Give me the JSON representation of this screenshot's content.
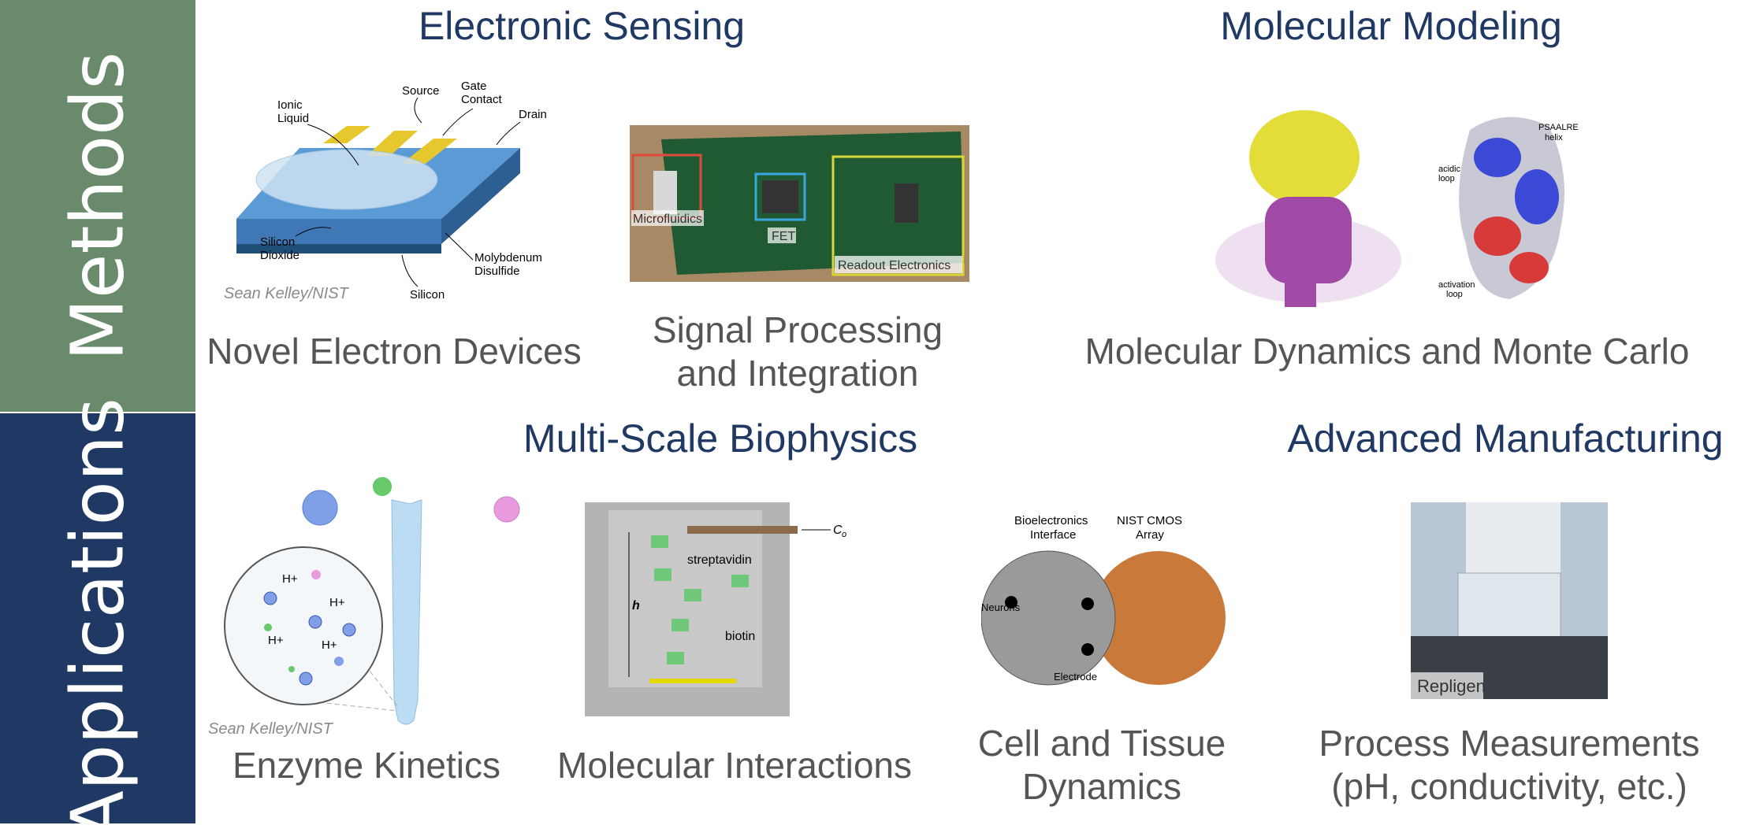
{
  "sidebar": {
    "methods": "Methods",
    "applications": "Applications"
  },
  "headings": {
    "electronic_sensing": "Electronic Sensing",
    "molecular_modeling": "Molecular Modeling",
    "multi_scale": "Multi-Scale Biophysics",
    "advanced_manufacturing": "Advanced Manufacturing"
  },
  "captions": {
    "novel_devices": "Novel Electron Devices",
    "signal_processing": [
      "Signal Processing",
      "and Integration"
    ],
    "md_mc": "Molecular Dynamics and Monte Carlo",
    "enzyme": "Enzyme Kinetics",
    "interactions": "Molecular Interactions",
    "cell_tissue": [
      "Cell and Tissue",
      "Dynamics"
    ],
    "process": [
      "Process Measurements",
      "(pH, conductivity, etc.)"
    ]
  },
  "figures": {
    "device": {
      "labels": [
        "Ionic",
        "Liquid",
        "Source",
        "Gate",
        "Contact",
        "Drain",
        "Silicon",
        "Dioxide",
        "Molybdenum",
        "Disulfide",
        "Silicon"
      ],
      "credit": "Sean Kelley/NIST"
    },
    "board": {
      "labels": [
        "Microfluidics",
        "FET",
        "Readout Electronics"
      ]
    },
    "protein": {
      "labels": [
        "PSAALRE",
        "helix",
        "acidic",
        "loop",
        "activation",
        "loop"
      ]
    },
    "enzyme": {
      "labels": [
        "H+",
        "H+",
        "H+",
        "H+"
      ],
      "credit": "Sean Kelley/NIST"
    },
    "interaction": {
      "labels": [
        "C",
        "o",
        "streptavidin",
        "h",
        "biotin"
      ]
    },
    "cells": {
      "labels": [
        "Bioelectronics",
        "Interface",
        "NIST CMOS",
        "Array",
        "Neurons",
        "Electrode"
      ]
    },
    "process": {
      "labels": [
        "Repligen"
      ]
    }
  },
  "colors": {
    "methods_band": "#6a8a6c",
    "applications_band": "#1f3864",
    "heading": "#1f3864",
    "caption": "#555555"
  }
}
